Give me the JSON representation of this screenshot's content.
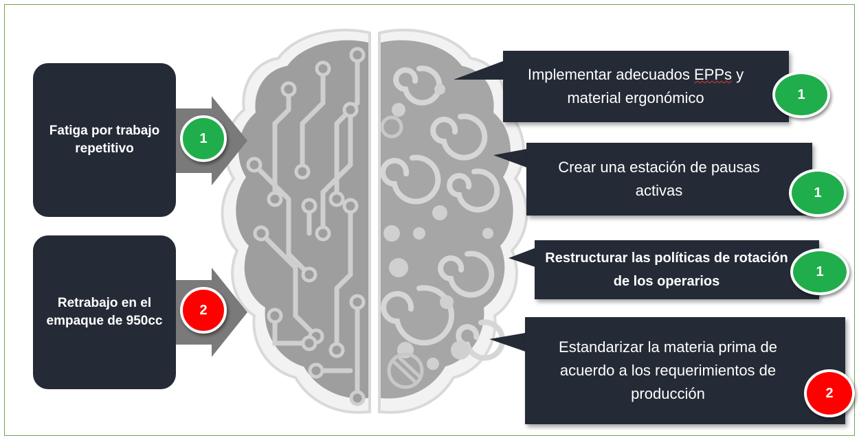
{
  "causes": [
    {
      "label": "Fatiga por trabajo repetitivo",
      "priority": "1",
      "color": "#1fae4b"
    },
    {
      "label": "Retrabajo en el empaque de 950cc",
      "priority": "2",
      "color": "#ff0000"
    }
  ],
  "actions": [
    {
      "label_part1": "Implementar adecuados ",
      "label_part2": "EPPs",
      "label_part3": " y material ergonómico",
      "priority": "1",
      "color": "#1fae4b"
    },
    {
      "label": "Crear una estación de pausas activas",
      "priority": "1",
      "color": "#1fae4b"
    },
    {
      "label": "Restructurar las políticas de rotación de los operarios",
      "priority": "1",
      "color": "#1fae4b"
    },
    {
      "label": "Estandarizar la materia prima de acuerdo a los requerimientos de producción",
      "priority": "2",
      "color": "#ff0000"
    }
  ]
}
